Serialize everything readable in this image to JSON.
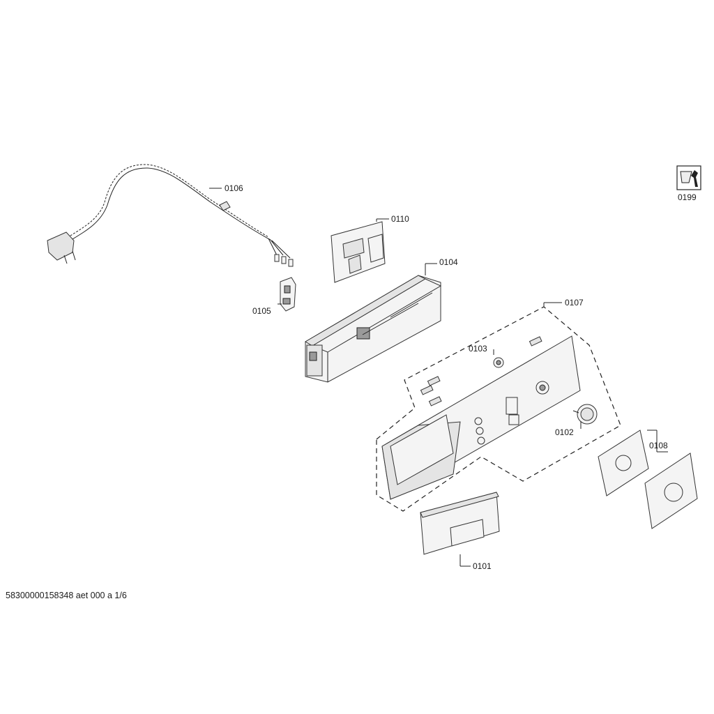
{
  "diagram": {
    "parts": [
      {
        "id": "p0106",
        "label": "0106",
        "depicts": "power-cord-with-plug"
      },
      {
        "id": "p0110",
        "label": "0110",
        "depicts": "circuit-board-module"
      },
      {
        "id": "p0104",
        "label": "0104",
        "depicts": "control-module-housing"
      },
      {
        "id": "p0105",
        "label": "0105",
        "depicts": "connector-clip"
      },
      {
        "id": "p0107",
        "label": "0107",
        "depicts": "control-panel-assembly"
      },
      {
        "id": "p0103",
        "label": "0103",
        "depicts": "small-knob"
      },
      {
        "id": "p0102",
        "label": "0102",
        "depicts": "program-selector-knob"
      },
      {
        "id": "p0108",
        "label": "0108",
        "depicts": "panel-fascia-plates"
      },
      {
        "id": "p0101",
        "label": "0101",
        "depicts": "detergent-drawer-handle"
      },
      {
        "id": "p0199",
        "label": "0199",
        "depicts": "service-tool-icon"
      }
    ]
  },
  "footer": {
    "document_code": "58300000158348 aet 000 a 1/6"
  }
}
